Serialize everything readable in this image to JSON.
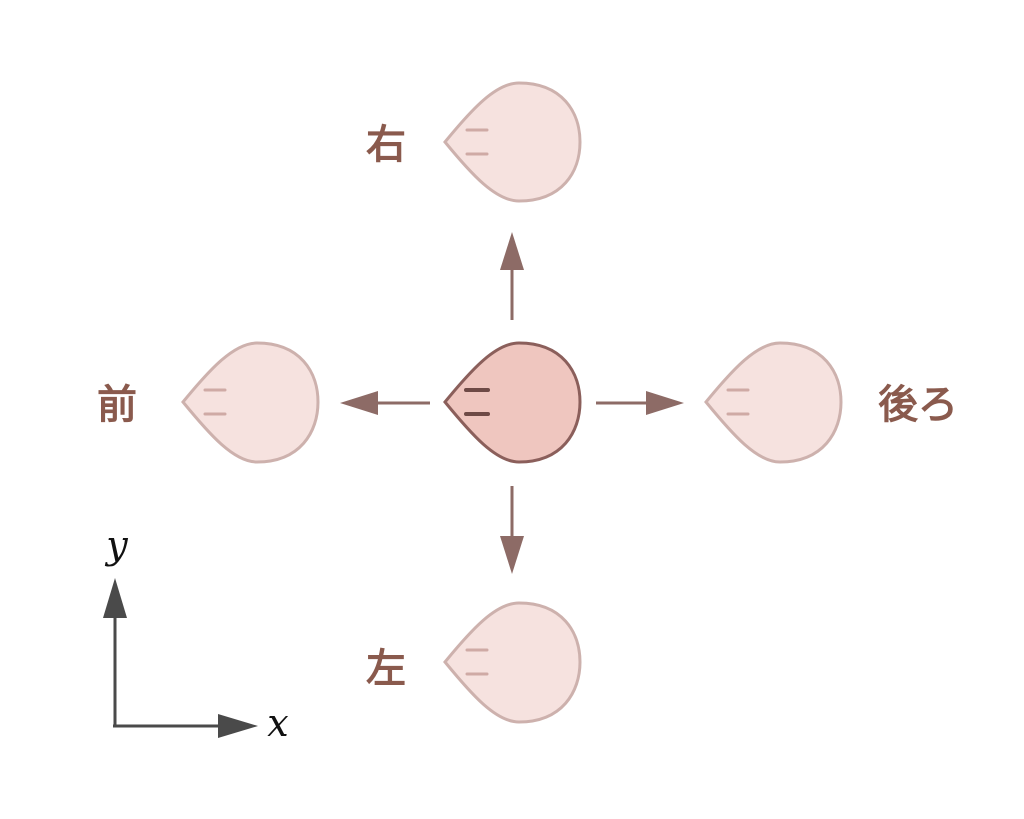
{
  "labels": {
    "right": "右",
    "front": "前",
    "back": "後ろ",
    "left": "左"
  },
  "axes": {
    "x_label": "x",
    "y_label": "y"
  },
  "colors": {
    "main_fill": "#efc6bf",
    "main_stroke": "#8b5f5b",
    "ghost_fill": "#f6e2df",
    "ghost_stroke": "#cdb1ad",
    "ghost_mark": "#cfaaa5",
    "arrow": "#8d6b66",
    "label_text": "#8a5a4d",
    "axis": "#4a4a4a",
    "axis_text": "#111111"
  }
}
